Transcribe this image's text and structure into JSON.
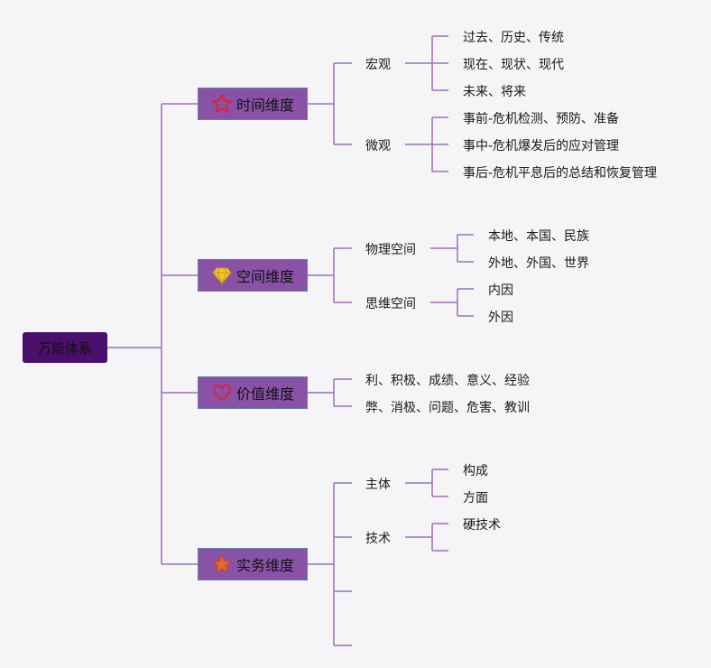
{
  "root": {
    "label": "万能体系"
  },
  "dimensions": [
    {
      "label": "时间维度",
      "icon": "star-outline-icon",
      "groups": [
        {
          "label": "宏观",
          "items": [
            "过去、历史、传统",
            "现在、现状、现代",
            "未来、将来"
          ]
        },
        {
          "label": "微观",
          "items": [
            "事前-危机检测、预防、准备",
            "事中-危机爆发后的应对管理",
            "事后-危机平息后的总结和恢复管理"
          ]
        }
      ]
    },
    {
      "label": "空间维度",
      "icon": "diamond-icon",
      "groups": [
        {
          "label": "物理空间",
          "items": [
            "本地、本国、民族",
            "外地、外国、世界"
          ]
        },
        {
          "label": "思维空间",
          "items": [
            "内因",
            "外因"
          ]
        }
      ]
    },
    {
      "label": "价值维度",
      "icon": "heart-icon",
      "leaves": [
        "利、积极、成绩、意义、经验",
        "弊、消极、问题、危害、教训"
      ]
    },
    {
      "label": "实务维度",
      "icon": "star-filled-icon",
      "groups": [
        {
          "label": "主体",
          "items": [
            "构成",
            "方面"
          ]
        },
        {
          "label": "技术",
          "items": [
            "硬技术",
            ""
          ]
        },
        {
          "label": "",
          "items": []
        },
        {
          "label": "",
          "items": []
        }
      ]
    }
  ],
  "colors": {
    "line": "#9b6fc0",
    "root_bg": "#4a0f6b",
    "category_bg": "#8a52a6",
    "category_border": "#5e7ea8",
    "star_outline": "#d8233a",
    "diamond": "#f2c72e",
    "heart": "#d8233a",
    "star_filled": "#e8642c"
  }
}
